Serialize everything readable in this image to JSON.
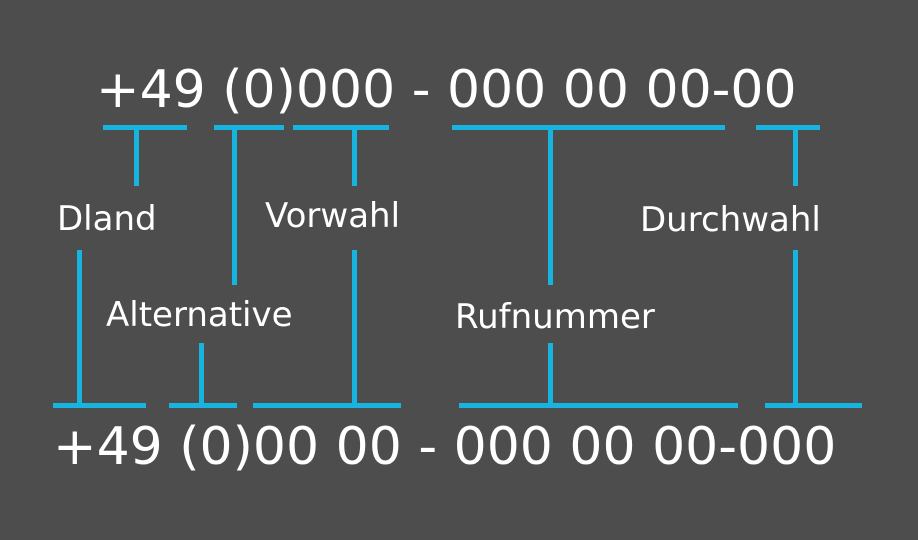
{
  "colors": {
    "background": "#4d4d4d",
    "text": "#ffffff",
    "accent": "#18b4e0"
  },
  "top_number": "+49 (0)000 - 000 00 00-00",
  "bottom_number": "+49 (0)00 00 - 000 00 00-000",
  "labels": {
    "country": "Dland",
    "area_code": "Vorwahl",
    "extension": "Durchwahl",
    "alternative": "Alternative",
    "subscriber_number": "Rufnummer"
  }
}
